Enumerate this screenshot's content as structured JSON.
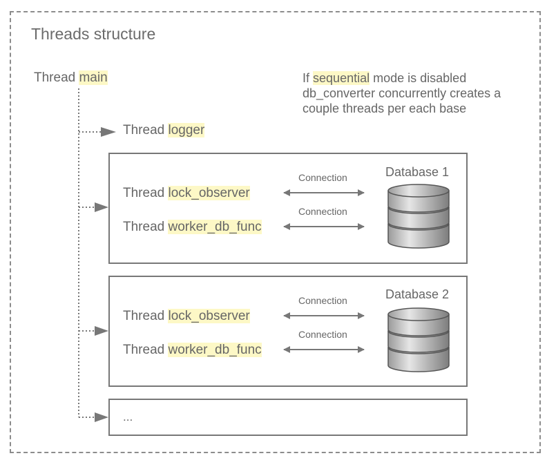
{
  "title": "Threads structure",
  "main_thread": {
    "prefix": "Thread",
    "name": "main"
  },
  "note": {
    "line1_prefix": "If",
    "line1_highlight": "sequential",
    "line1_suffix": "mode is disabled",
    "line2": "db_converter concurrently creates a",
    "line3": "couple threads per each base"
  },
  "logger_thread": {
    "prefix": "Thread",
    "name": "logger"
  },
  "groups": [
    {
      "database": "Database 1",
      "threads": [
        {
          "prefix": "Thread",
          "name": "lock_observer",
          "connection": "Connection"
        },
        {
          "prefix": "Thread",
          "name": "worker_db_func",
          "connection": "Connection"
        }
      ]
    },
    {
      "database": "Database 2",
      "threads": [
        {
          "prefix": "Thread",
          "name": "lock_observer",
          "connection": "Connection"
        },
        {
          "prefix": "Thread",
          "name": "worker_db_func",
          "connection": "Connection"
        }
      ]
    }
  ],
  "more": "...",
  "colors": {
    "highlight": "#fdf8c6",
    "text": "#666666",
    "border": "#777777",
    "arrow": "#777777"
  }
}
